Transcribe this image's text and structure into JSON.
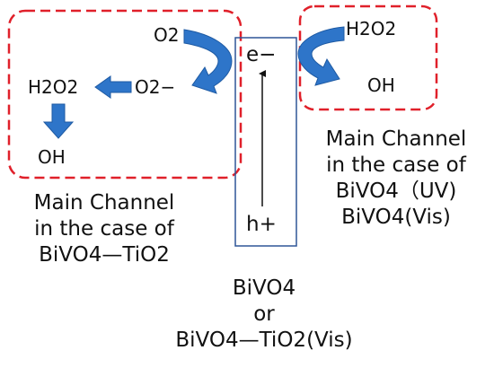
{
  "species": {
    "o2": "O2",
    "superoxide": "O2−",
    "h2o2_left": "H2O2",
    "oh_left": "OH",
    "h2o2_right": "H2O2",
    "oh_right": "OH",
    "electron": "e−",
    "hole": "h+"
  },
  "captions": {
    "left": [
      "Main Channel",
      "in the case of",
      "BiVO4—TiO2"
    ],
    "right": [
      "Main Channel",
      "in the case of",
      "BiVO4（UV)",
      "BiVO4(Vis)"
    ],
    "bottom": [
      "BiVO4",
      "or",
      "BiVO4—TiO2(Vis)"
    ]
  },
  "colors": {
    "dashed_box": "#e0202a",
    "arrow_fill": "#2e75c9",
    "arrow_stroke": "#1e5aa3",
    "semiconductor_box": "#2f5597",
    "text": "#111111"
  }
}
